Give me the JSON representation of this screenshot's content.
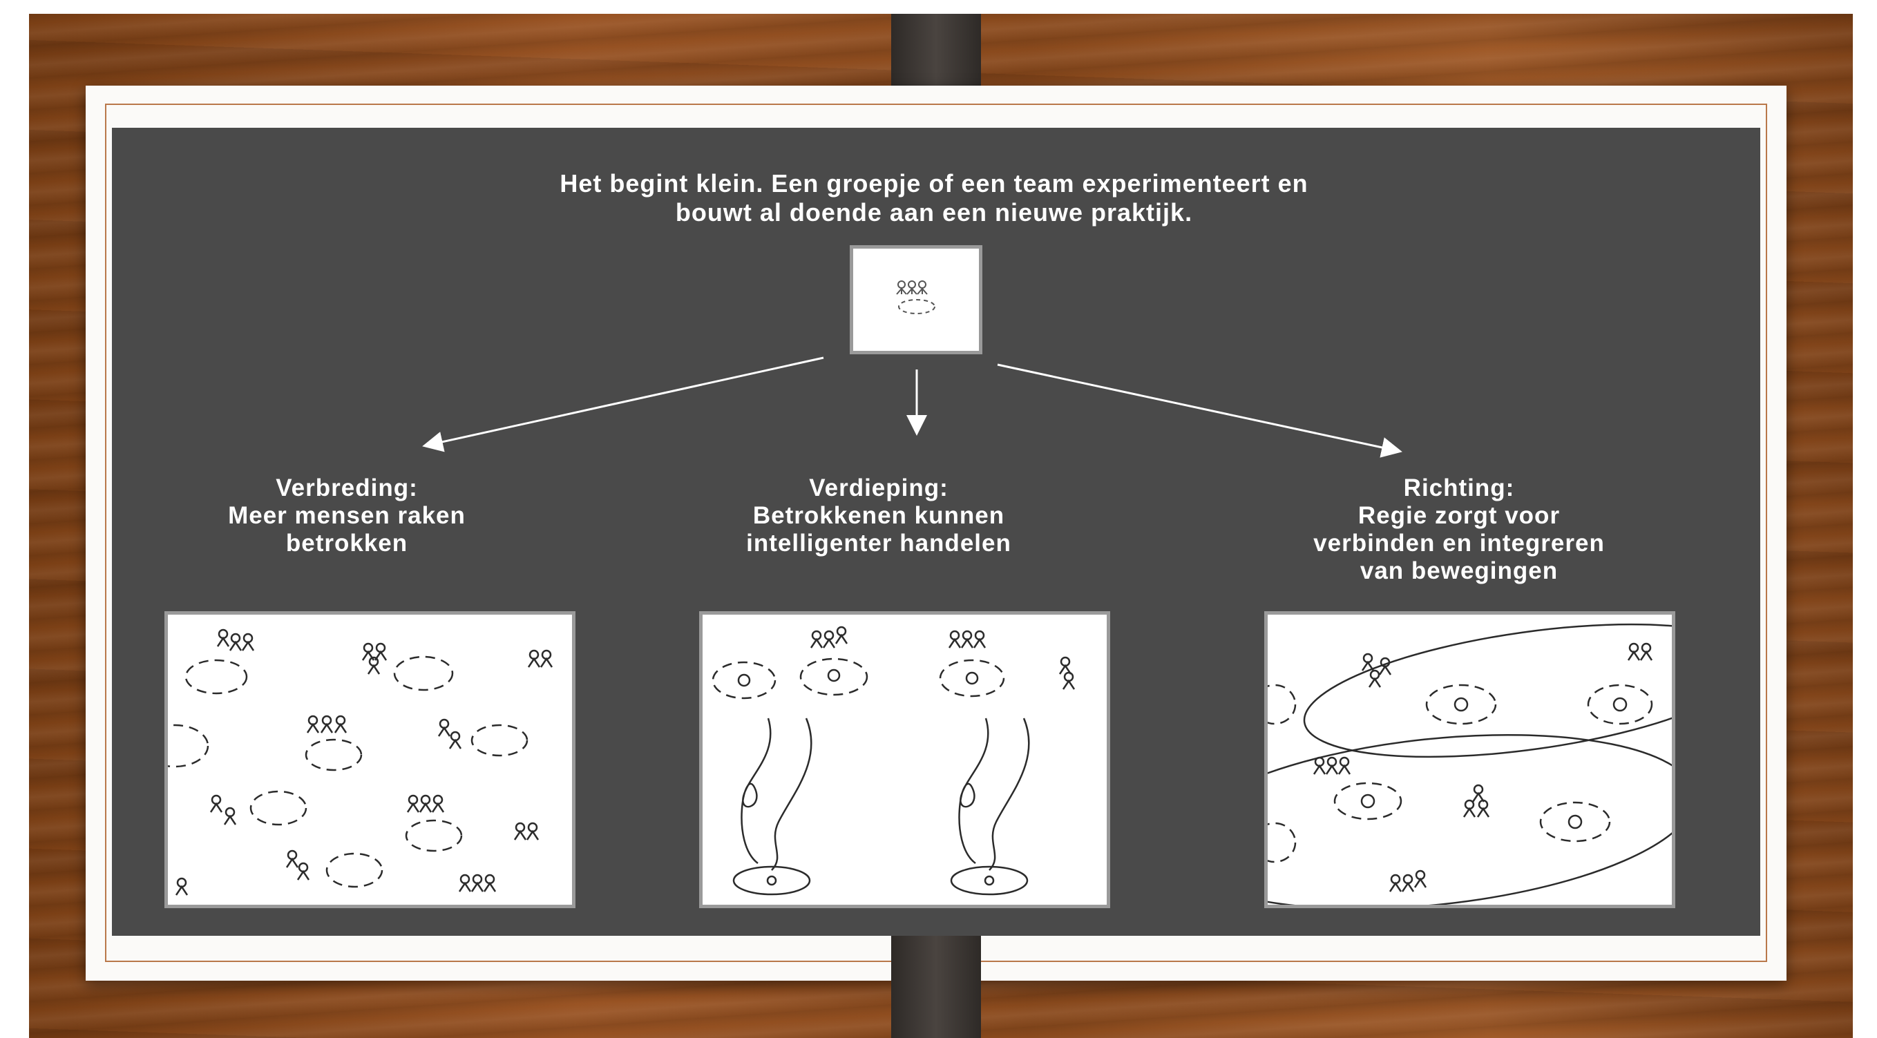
{
  "intro": {
    "line1": "Het begint klein. Een groepje of een team experimenteert en",
    "line2": "bouwt al doende aan een nieuwe praktijk."
  },
  "columns": [
    {
      "title": "Verbreding:",
      "lines": [
        "Meer mensen raken",
        "betrokken"
      ]
    },
    {
      "title": "Verdieping:",
      "lines": [
        "Betrokkenen kunnen",
        "intelligenter handelen"
      ]
    },
    {
      "title": "Richting:",
      "lines": [
        "Regie zorgt voor",
        "verbinden en integreren",
        "van bewegingen"
      ]
    }
  ],
  "colors": {
    "panel": "#4a4a4a",
    "text": "#ffffff",
    "sketch_border": "#9a9a9a",
    "ink": "#2b2b2b"
  }
}
